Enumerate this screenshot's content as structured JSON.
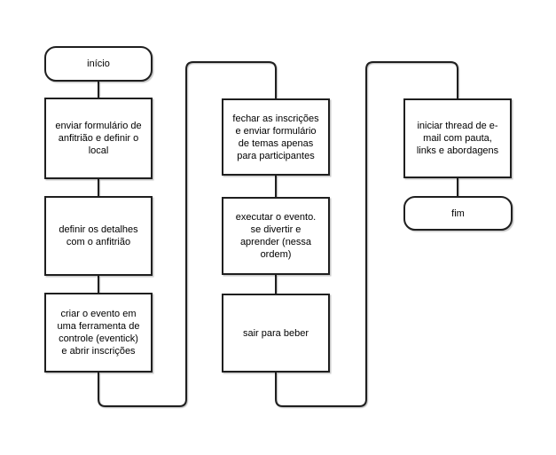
{
  "diagram": {
    "type": "flowchart",
    "background_color": "#ffffff",
    "stroke_color": "#1f1f1f",
    "text_color": "#000000",
    "nodes": [
      {
        "id": "inicio",
        "shape": "rounded-terminator",
        "label": "início"
      },
      {
        "id": "enviar",
        "shape": "rectangle",
        "label": "enviar formulário de\nanfitrião e definir o\nlocal"
      },
      {
        "id": "definir",
        "shape": "rectangle",
        "label": "definir os detalhes\ncom o anfitrião"
      },
      {
        "id": "criar",
        "shape": "rectangle",
        "label": "criar o evento em\numa ferramenta de\ncontrole (eventick)\ne abrir inscrições"
      },
      {
        "id": "fechar",
        "shape": "rectangle",
        "label": "fechar as inscrições\ne enviar formulário\nde temas apenas\npara participantes"
      },
      {
        "id": "executar",
        "shape": "rectangle",
        "label": "executar o evento.\nse divertir e\naprender (nessa\nordem)"
      },
      {
        "id": "sair",
        "shape": "rectangle",
        "label": "sair para beber"
      },
      {
        "id": "iniciar",
        "shape": "rectangle",
        "label": "iniciar thread de e-\nmail com pauta,\nlinks e abordagens"
      },
      {
        "id": "fim",
        "shape": "rounded-terminator",
        "label": "fim"
      }
    ],
    "edges": [
      {
        "from": "inicio",
        "to": "enviar"
      },
      {
        "from": "enviar",
        "to": "definir"
      },
      {
        "from": "definir",
        "to": "criar"
      },
      {
        "from": "criar",
        "to": "fechar"
      },
      {
        "from": "fechar",
        "to": "executar"
      },
      {
        "from": "executar",
        "to": "sair"
      },
      {
        "from": "sair",
        "to": "iniciar"
      },
      {
        "from": "iniciar",
        "to": "fim"
      }
    ]
  }
}
